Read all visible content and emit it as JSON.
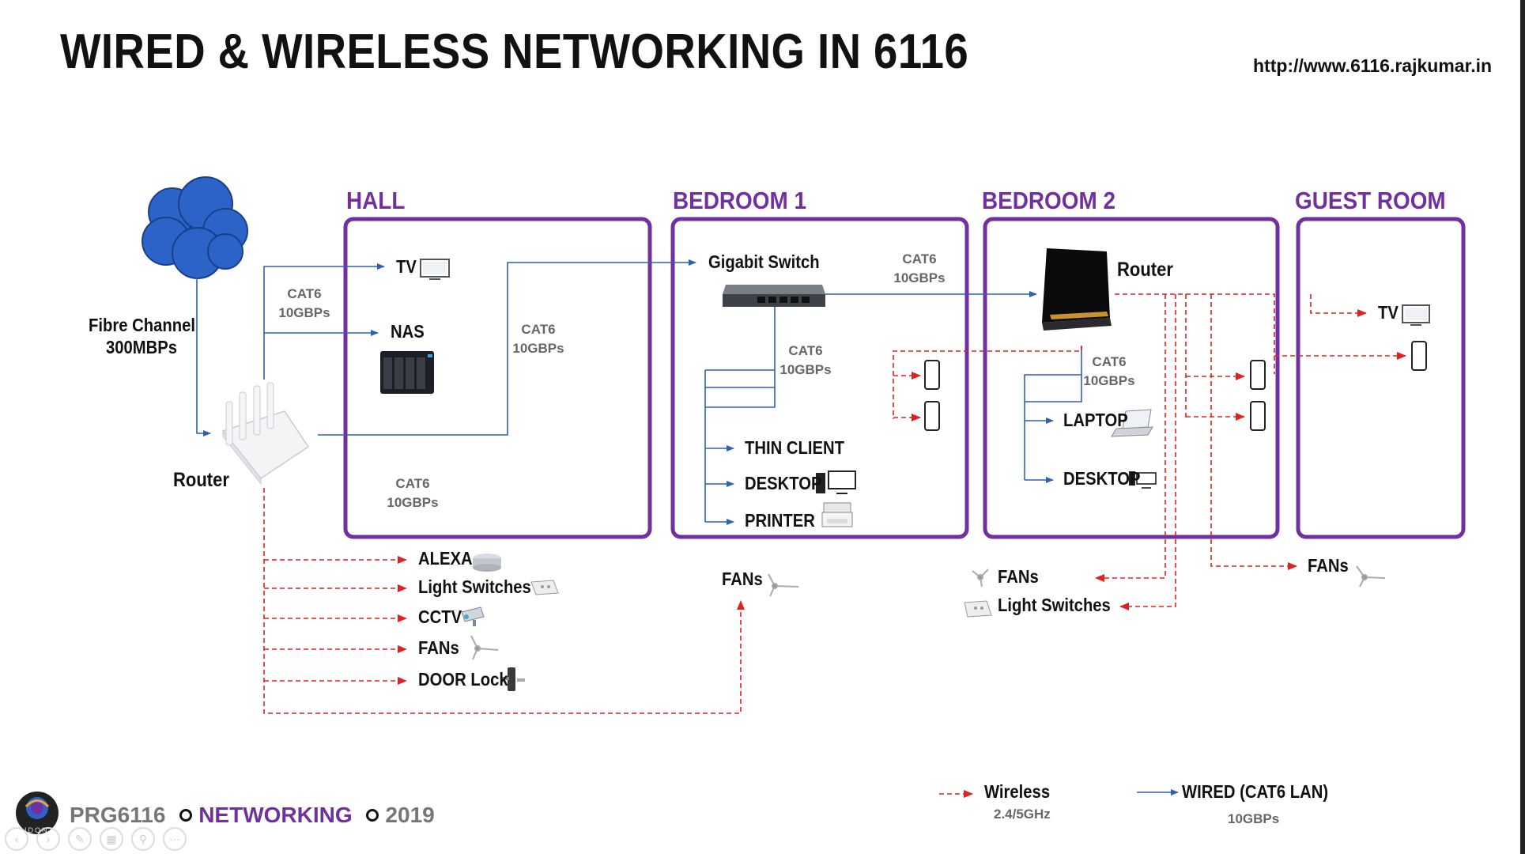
{
  "header": {
    "title": "WIRED & WIRELESS NETWORKING IN 6116",
    "url": "http://www.6116.rajkumar.in"
  },
  "rooms": {
    "hall": "HALL",
    "bedroom1": "BEDROOM 1",
    "bedroom2": "BEDROOM 2",
    "guest": "GUEST ROOM"
  },
  "internet": {
    "label_line1": "Fibre Channel",
    "label_line2": "300MBPs"
  },
  "main_router": {
    "label": "Router"
  },
  "hall": {
    "tv": "TV",
    "nas": "NAS",
    "cable1_l1": "CAT6",
    "cable1_l2": "10GBPs",
    "cable2_l1": "CAT6",
    "cable2_l2": "10GBPs",
    "cable3_l1": "CAT6",
    "cable3_l2": "10GBPs"
  },
  "bedroom1": {
    "switch": "Gigabit Switch",
    "cable_l1": "CAT6",
    "cable_l2": "10GBPs",
    "uplink_l1": "CAT6",
    "uplink_l2": "10GBPs",
    "thin_client": "THIN CLIENT",
    "desktop": "DESKTOP",
    "printer": "PRINTER",
    "fans": "FANs"
  },
  "bedroom2": {
    "router": "Router",
    "cable_l1": "CAT6",
    "cable_l2": "10GBPs",
    "laptop": "LAPTOP",
    "desktop": "DESKTOP",
    "fans": "FANs",
    "light_switches": "Light Switches"
  },
  "guest": {
    "tv": "TV",
    "fans": "FANs"
  },
  "smart_devices": {
    "alexa": "ALEXA",
    "light_switches": "Light Switches",
    "cctv": "CCTV",
    "fans": "FANs",
    "door_lock": "DOOR Lock"
  },
  "legend": {
    "wireless": "Wireless",
    "wireless_sub": "2.4/5GHz",
    "wired": "WIRED (CAT6 LAN)",
    "wired_sub": "10GBPs"
  },
  "footer": {
    "code": "PRG6116",
    "topic": "NETWORKING",
    "year": "2019",
    "logo_text": "IDON"
  },
  "colors": {
    "room_border": "#7030a0",
    "wired": "#2f5fb8",
    "wireless": "#e32020",
    "cloud": "#2b63c9"
  }
}
